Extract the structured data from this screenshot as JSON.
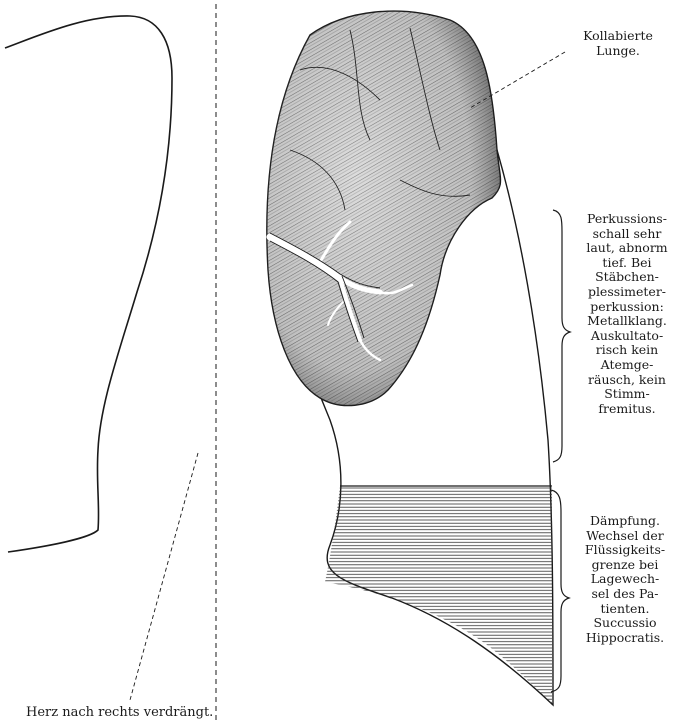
{
  "labels": {
    "lung": [
      "Kollabierte",
      "Lunge."
    ],
    "upper": [
      "Perkussions-",
      "schall sehr",
      "laut, abnorm",
      "tief. Bei",
      "Stäbchen-",
      "plessimeter-",
      "perkussion:",
      "Metallklang.",
      "Auskultato-",
      "risch kein",
      "Atemge-",
      "räusch, kein",
      "Stimm-",
      "fremitus."
    ],
    "lower": [
      "Dämpfung.",
      "Wechsel der",
      "Flüssigkeits-",
      "grenze bei",
      "Lagewech-",
      "sel des Pa-",
      "tienten.",
      "Succussio",
      "Hippocratis."
    ],
    "heart": "Herz nach rechts verdrängt."
  },
  "colors": {
    "ink": "#1a1a1a",
    "lung_fill": "#cfcfcf",
    "lung_shade": "#3a3a3a",
    "paper": "#ffffff"
  },
  "icons": [
    "bracket-upper-icon",
    "bracket-lower-icon",
    "bronchial-tree-icon"
  ]
}
